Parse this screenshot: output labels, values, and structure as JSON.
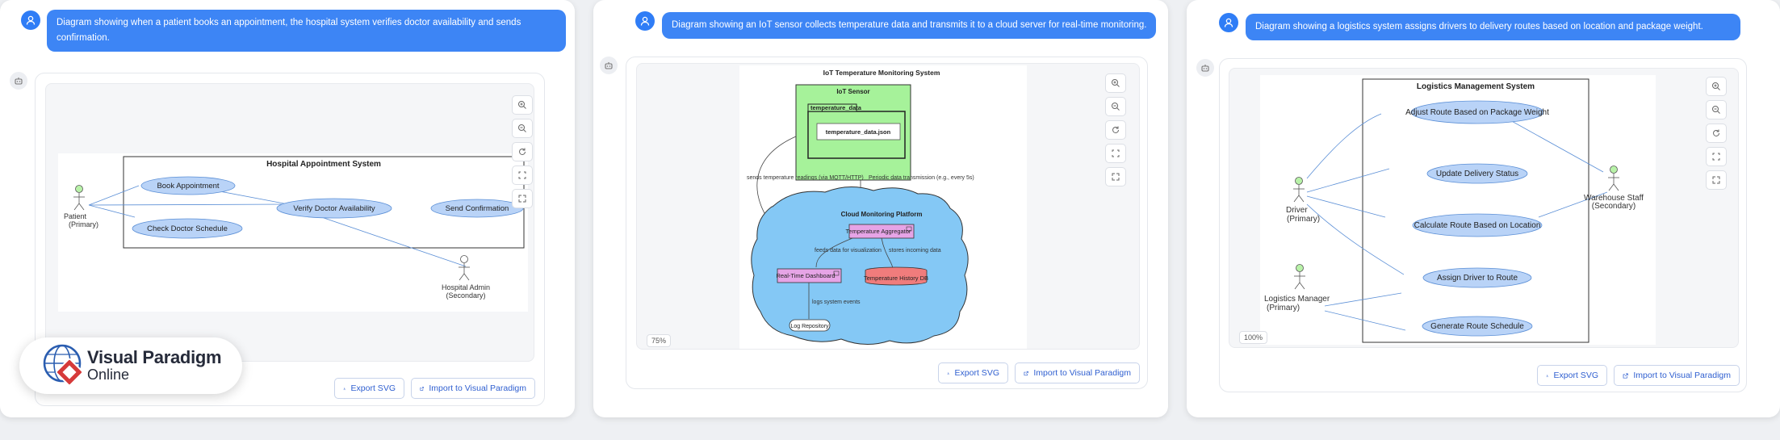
{
  "panels": [
    {
      "prompt": "Diagram showing when a patient books an appointment, the hospital system verifies doctor availability and sends confirmation.",
      "diagram": {
        "system_title": "Hospital Appointment System",
        "actors": [
          "Patient\n(Primary)",
          "Hospital Admin\n(Secondary)"
        ],
        "use_cases": [
          "Book Appointment",
          "Check Doctor Schedule",
          "Verify Doctor Availability",
          "Send Confirmation"
        ]
      },
      "export_label": "Export SVG",
      "import_label": "Import to Visual Paradigm"
    },
    {
      "prompt": "Diagram showing an IoT sensor collects temperature data and transmits it to a cloud server for real-time monitoring.",
      "zoom": "75%",
      "diagram": {
        "title": "IoT Temperature Monitoring System",
        "sensor_node": "IoT Sensor",
        "package": "temperature_data",
        "file": "temperature_data.json",
        "cloud": "Cloud Monitoring Platform",
        "aggregator": "Temperature Aggregator",
        "dashboard": "Real-Time Dashboard",
        "database": "Temperature History DB",
        "log_repo": "Log Repository",
        "edge_send": "sends temperature readings (via MQTT/HTTP)",
        "edge_periodic": "Periodic data transmission (e.g., every 5s)",
        "edge_feeds": "feeds data for visualization",
        "edge_stores": "stores incoming data",
        "edge_logs": "logs system events"
      },
      "export_label": "Export SVG",
      "import_label": "Import to Visual Paradigm"
    },
    {
      "prompt": "Diagram showing a logistics system assigns drivers to delivery routes based on location and package weight.",
      "zoom": "100%",
      "diagram": {
        "system_title": "Logistics Management System",
        "actors": [
          "Driver\n(Primary)",
          "Logistics Manager\n(Primary)",
          "Warehouse Staff\n(Secondary)"
        ],
        "use_cases": [
          "Adjust Route Based on Package Weight",
          "Update Delivery Status",
          "Calculate Route Based on Location",
          "Assign Driver to Route",
          "Generate Route Schedule"
        ]
      },
      "export_label": "Export SVG",
      "import_label": "Import to Visual Paradigm"
    }
  ],
  "logo": {
    "line1": "Visual Paradigm",
    "line2": "Online"
  },
  "colors": {
    "accent": "#3d85f5",
    "usecase_fill": "#b9d3f7",
    "usecase_stroke": "#5b8fd6",
    "node_green": "#a6f29a",
    "cloud_blue": "#84c8f5",
    "component_pink": "#e6a4e6",
    "db_red": "#f07c7c"
  }
}
